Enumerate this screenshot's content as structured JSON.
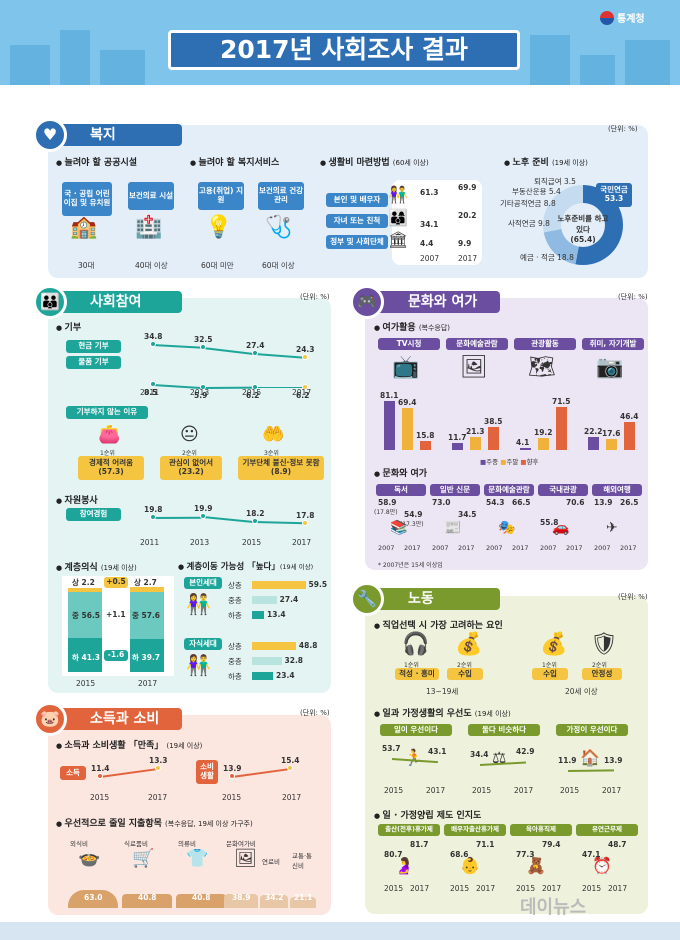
{
  "header": {
    "title": "2017년 사회조사 결과",
    "logo": "통계청"
  },
  "unit": "(단위: %)",
  "welfare": {
    "title": "복지",
    "s1": {
      "title": "늘려야 할 공공시설",
      "items": [
        {
          "label": "국 · 공립 어린이집 및 유치원",
          "age": "30대"
        },
        {
          "label": "보건의료 시설",
          "age": "40대 이상"
        }
      ]
    },
    "s2": {
      "title": "늘려야 할 복지서비스",
      "items": [
        {
          "label": "고용(취업) 지원",
          "age": "60대 미만"
        },
        {
          "label": "보건의료 건강관리",
          "age": "60대 이상"
        }
      ]
    },
    "s3": {
      "title": "생활비 마련방법",
      "note": "(60세 이상)",
      "labels": [
        "본인 및 배우자",
        "자녀 또는 친척",
        "정부 및 사회단체"
      ],
      "v2007": [
        "61.3",
        "34.1",
        "4.4"
      ],
      "v2017": [
        "69.9",
        "20.2",
        "9.9"
      ],
      "years": [
        "2007",
        "2017"
      ]
    },
    "s4": {
      "title": "노후 준비",
      "note": "(19세 이상)",
      "center": "노후준비를 하고있다",
      "center_val": "(65.4)",
      "items": [
        "퇴직급여 3.5",
        "부동산운용 5.4",
        "기타공적연금 8.8",
        "사적연금 9.8",
        "국민연금 53.3",
        "예금 · 적금 18.8"
      ]
    }
  },
  "social": {
    "title": "사회참여",
    "unit": "(단위: %)",
    "donation": {
      "title": "기부",
      "labels": [
        "현금 기부",
        "물품 기부"
      ],
      "cash": [
        "34.8",
        "32.5",
        "27.4",
        "24.3"
      ],
      "goods": [
        "8.5",
        "5.9",
        "6.2",
        "6.2"
      ],
      "years": [
        "2011",
        "2013",
        "2015",
        "2017"
      ]
    },
    "reasons": {
      "title": "기부하지 않는 이유",
      "items": [
        {
          "rank": "1순위",
          "label": "경제적 어려움",
          "val": "(57.3)"
        },
        {
          "rank": "2순위",
          "label": "관심이 없어서",
          "val": "(23.2)"
        },
        {
          "rank": "3순위",
          "label": "기부단체 불신·정보 못함",
          "val": "(8.9)"
        }
      ]
    },
    "volunteer": {
      "title": "자원봉사",
      "label": "참여경험",
      "values": [
        "19.8",
        "19.9",
        "18.2",
        "17.8"
      ],
      "years": [
        "2011",
        "2013",
        "2015",
        "2017"
      ]
    },
    "class": {
      "title": "계층의식",
      "note": "(19세 이상)",
      "y2015": {
        "up": "상 2.2",
        "mid": "중 56.5",
        "low": "하 41.3"
      },
      "y2017": {
        "up": "상 2.7",
        "mid": "중 57.6",
        "low": "하 39.7"
      },
      "d_up": "+0.5",
      "d_mid": "+1.1",
      "d_low": "-1.6",
      "years": [
        "2015",
        "2017"
      ]
    },
    "mobility": {
      "title": "계층이동 가능성 「높다」",
      "note": "(19세 이상)",
      "self_label": "본인세대",
      "child_label": "자식세대",
      "levels": [
        "상층",
        "중층",
        "하층"
      ],
      "self": [
        {
          "v": 59.5,
          "t": "59.5"
        },
        {
          "v": 27.4,
          "t": "27.4"
        },
        {
          "v": 13.4,
          "t": "13.4"
        }
      ],
      "child": [
        {
          "v": 48.8,
          "t": "48.8"
        },
        {
          "v": 32.8,
          "t": "32.8"
        },
        {
          "v": 23.4,
          "t": "23.4"
        }
      ]
    }
  },
  "income": {
    "title": "소득과 소비",
    "unit": "(단위: %)",
    "satisfaction": {
      "title": "소득과 소비생활 「만족」",
      "note": "(19세 이상)",
      "income_label": "소득",
      "cons_label": "소비 생활",
      "income": [
        "11.4",
        "13.3"
      ],
      "cons": [
        "13.9",
        "15.4"
      ],
      "years": [
        "2015",
        "2017"
      ]
    },
    "cut": {
      "title": "우선적으로 줄일 지출항목",
      "note": "(복수응답, 19세 이상 가구주)",
      "items": [
        {
          "label": "외식비",
          "val": "63.0"
        },
        {
          "label": "식료품비",
          "val": "40.8"
        },
        {
          "label": "의류비",
          "val": "40.8"
        },
        {
          "label": "문화여가비",
          "val": "38.9"
        },
        {
          "label": "연료비",
          "val": "34.2"
        },
        {
          "label": "교통·통신비",
          "val": "21.1"
        }
      ]
    }
  },
  "culture": {
    "title": "문화와 여가",
    "unit": "(단위: %)",
    "leisure": {
      "title": "여가활용",
      "note": "(복수응답)",
      "cats": [
        {
          "label": "TV시청",
          "v": [
            81.1,
            69.4,
            15.8
          ],
          "t": [
            "81.1",
            "69.4",
            "15.8"
          ]
        },
        {
          "label": "문화예술관람",
          "v": [
            11.7,
            21.3,
            38.5
          ],
          "t": [
            "11.7",
            "21.3",
            "38.5"
          ]
        },
        {
          "label": "관광활동",
          "v": [
            4.1,
            19.2,
            71.5
          ],
          "t": [
            "4.1",
            "19.2",
            "71.5"
          ]
        },
        {
          "label": "취미, 자기개발",
          "v": [
            22.2,
            17.6,
            46.4
          ],
          "t": [
            "22.2",
            "17.6",
            "46.4"
          ]
        }
      ],
      "legend": [
        "주중",
        "주말",
        "향후"
      ]
    },
    "cl": {
      "title": "문화와 여가",
      "cats": [
        {
          "label": "독서",
          "a": "58.9",
          "a2": "(17.8만)",
          "b": "54.9",
          "b2": "(17.3만)"
        },
        {
          "label": "일반 신문",
          "a": "73.0",
          "b": "34.5"
        },
        {
          "label": "문화예술관람",
          "a": "54.3",
          "b": "66.5"
        },
        {
          "label": "국내관광",
          "a": "55.8",
          "b": "70.6"
        },
        {
          "label": "해외여행",
          "a": "13.9",
          "b": "26.5"
        }
      ],
      "years": [
        "2007",
        "2017"
      ],
      "note": "* 2007년은 15세 이상임"
    }
  },
  "labor": {
    "title": "노동",
    "unit": "(단위: %)",
    "job": {
      "title": "직업선택 시 가장 고려하는 요인",
      "g1": "13~19세",
      "g2": "20세 이상",
      "g1r": [
        {
          "rank": "1순위",
          "label": "적성 · 흥미"
        },
        {
          "rank": "2순위",
          "label": "수입"
        }
      ],
      "g2r": [
        {
          "rank": "1순위",
          "label": "수입"
        },
        {
          "rank": "2순위",
          "label": "안정성"
        }
      ]
    },
    "balance": {
      "title": "일과 가정생활의 우선도",
      "note": "(19세 이상)",
      "cats": [
        {
          "label": "일이 우선이다",
          "a": "53.7",
          "b": "43.1"
        },
        {
          "label": "둘다 비슷하다",
          "a": "34.4",
          "b": "42.9"
        },
        {
          "label": "가정이 우선이다",
          "a": "11.9",
          "b": "13.9"
        }
      ],
      "years": [
        "2015",
        "2017"
      ]
    },
    "awareness": {
      "title": "일 · 가정양립 제도 인지도",
      "cats": [
        {
          "label": "출산(전후)휴가제",
          "a": "80.7",
          "b": "81.7"
        },
        {
          "label": "배우자출산휴가제",
          "a": "68.6",
          "b": "71.1"
        },
        {
          "label": "육아휴직제",
          "a": "77.3",
          "b": "79.4"
        },
        {
          "label": "유연근무제",
          "a": "47.1",
          "b": "48.7"
        }
      ],
      "years": [
        "2015",
        "2017"
      ]
    }
  },
  "watermark": "데이뉴스"
}
